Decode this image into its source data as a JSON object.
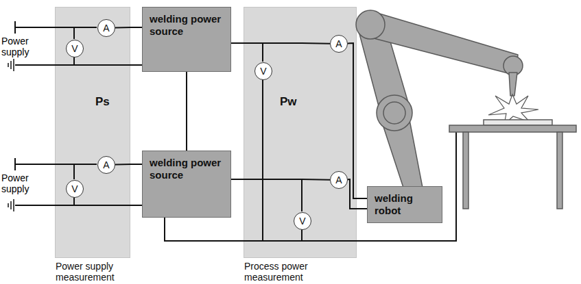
{
  "diagram": {
    "nodes": [
      {
        "text": [
          "Ps",
          "Power supply measurement"
        ]
      },
      {
        "text": [
          "A"
        ],
        "in": 0
      },
      {
        "text": [
          "V"
        ],
        "in": 0
      },
      {
        "text": [
          "A"
        ],
        "in": 0
      },
      {
        "text": [
          "V"
        ],
        "in": 0
      },
      {
        "text": [
          "welding power source"
        ]
      },
      {
        "text": [
          "welding power source"
        ]
      },
      {
        "text": [
          "Pw",
          "Process power measurement"
        ]
      },
      {
        "text": [
          "A"
        ],
        "in": 7
      },
      {
        "text": [
          "V"
        ],
        "in": 7
      },
      {
        "text": [
          "A"
        ],
        "in": 7
      },
      {
        "text": [
          "V"
        ],
        "in": 7
      },
      {
        "text": [
          "welding robot"
        ]
      }
    ],
    "edges": [
      {
        "from": 1,
        "to": 5,
        "arrow": "none"
      },
      {
        "from": 3,
        "to": 6,
        "arrow": "none"
      },
      {
        "from": 5,
        "to": 6,
        "arrow": "none"
      },
      {
        "from": 5,
        "to": 8,
        "arrow": "none"
      },
      {
        "from": 6,
        "to": 10,
        "arrow": "none"
      },
      {
        "from": 8,
        "to": 12,
        "arrow": "none"
      },
      {
        "from": 10,
        "to": 12,
        "arrow": "none"
      }
    ],
    "labels": [
      "Power supply",
      "Power supply"
    ]
  }
}
